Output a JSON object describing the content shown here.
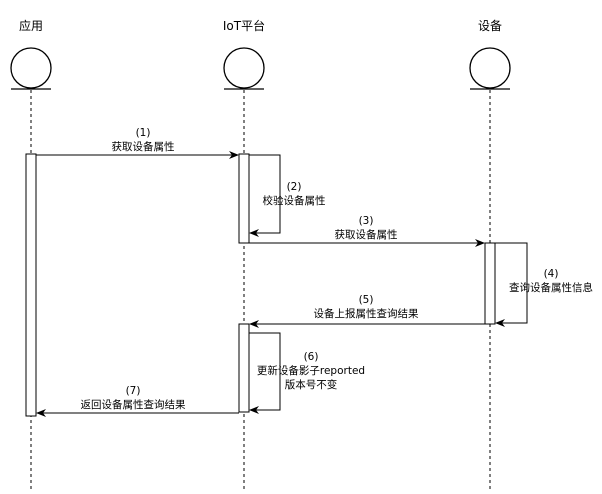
{
  "participants": [
    {
      "id": "app",
      "label": "应用"
    },
    {
      "id": "iot",
      "label": "IoT平台"
    },
    {
      "id": "device",
      "label": "设备"
    }
  ],
  "messages": [
    {
      "id": "m1",
      "number": "(1)",
      "text": "获取设备属性"
    },
    {
      "id": "m2",
      "number": "(2)",
      "text": "校验设备属性"
    },
    {
      "id": "m3",
      "number": "(3)",
      "text": "获取设备属性"
    },
    {
      "id": "m4",
      "number": "(4)",
      "text": "查询设备属性信息"
    },
    {
      "id": "m5",
      "number": "(5)",
      "text": "设备上报属性查询结果"
    },
    {
      "id": "m6",
      "number": "(6)",
      "text": "更新设备影子reported",
      "text2": "版本号不变"
    },
    {
      "id": "m7",
      "number": "(7)",
      "text": "返回设备属性查询结果"
    }
  ]
}
